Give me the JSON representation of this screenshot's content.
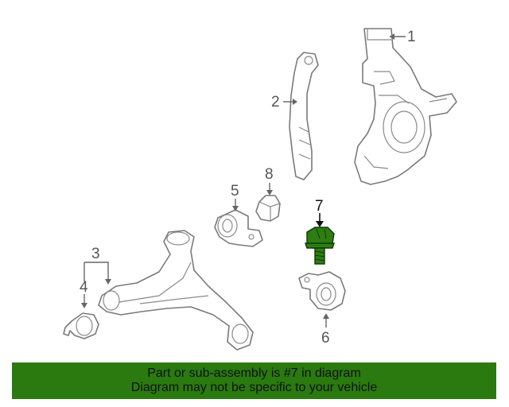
{
  "diagram": {
    "labels": {
      "part1": "1",
      "part2": "2",
      "part3": "3",
      "part4": "4",
      "part5": "5",
      "part6": "6",
      "part7": "7",
      "part8": "8"
    },
    "highlight_part": "7",
    "colors": {
      "highlight_fill": "#2e7d10",
      "highlight_stroke": "#0d3a05",
      "outline": "#7a7a7a",
      "banner_bg": "#2a7a0f"
    }
  },
  "banner": {
    "line1": "Part or sub-assembly is #7 in diagram",
    "line2": "Diagram may not be specific to your vehicle"
  }
}
